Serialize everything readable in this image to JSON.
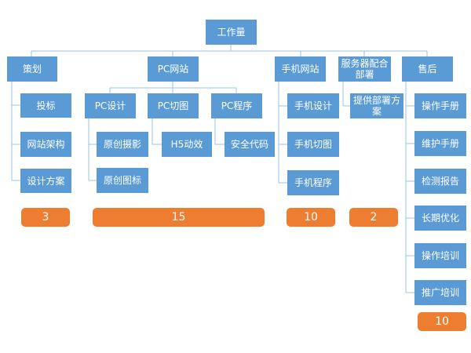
{
  "root": "工作量",
  "branches": [
    {
      "key": "plan",
      "label": "策划",
      "children": [
        "投标",
        "网站架构",
        "设计方案"
      ],
      "count": "3"
    },
    {
      "key": "pc",
      "label": "PC网站",
      "children": [
        {
          "label": "PC设计",
          "children": [
            "原创摄影",
            "原创图标"
          ]
        },
        {
          "label": "PC切图",
          "children": [
            "H5动效"
          ]
        },
        {
          "label": "PC程序",
          "children": [
            "安全代码"
          ]
        }
      ],
      "count": "15"
    },
    {
      "key": "mobile",
      "label": "手机网站",
      "children": [
        "手机设计",
        "手机切图",
        "手机程序"
      ],
      "count": "10"
    },
    {
      "key": "server",
      "label": "服务器配合部署",
      "children": [
        "提供部署方案"
      ],
      "count": "2"
    },
    {
      "key": "after",
      "label": "售后",
      "children": [
        "操作手册",
        "维护手册",
        "检测报告",
        "长期优化",
        "操作培训",
        "推广培训"
      ],
      "count": "10"
    }
  ],
  "colors": {
    "node": "#5b9bd5",
    "count": "#ed7d31",
    "connector": "#9dc3e6"
  }
}
